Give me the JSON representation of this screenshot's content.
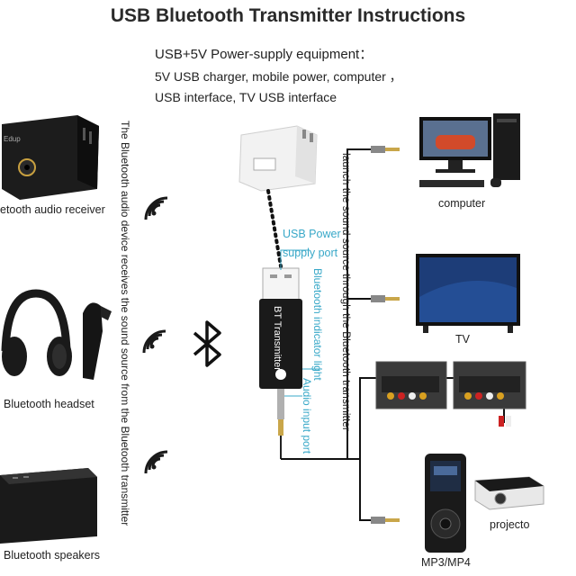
{
  "title": "USB Bluetooth Transmitter Instructions",
  "power_supply": {
    "heading": "USB+5V Power-supply equipment：",
    "line1": "5V USB charger, mobile power, computer ，",
    "line2": "USB interface, TV USB interface"
  },
  "left_devices": {
    "receiver": "etooth audio receiver",
    "headset": "Bluetooth headset",
    "speakers": "Bluetooth speakers"
  },
  "left_vertical_text": "The Bluetooth audio device receives the sound source from the Bluetooth transmitter",
  "right_vertical_text": "launch the sound source through the Bluetooth transmitter",
  "transmitter": {
    "body_label": "BT Transmitter",
    "usb_power_port": "USB Power supply port",
    "usb_power_line1": "USB Power",
    "usb_power_line2": "supply port",
    "indicator": "Bluetooth indicator light",
    "audio_port": "Audio input port"
  },
  "right_devices": {
    "computer": "computer",
    "tv": "TV",
    "mp3": "MP3/MP4",
    "projector": "projecto"
  },
  "device_brand": "Edup",
  "colors": {
    "accent": "#38a8c8",
    "device_dark": "#1a1a1a"
  }
}
